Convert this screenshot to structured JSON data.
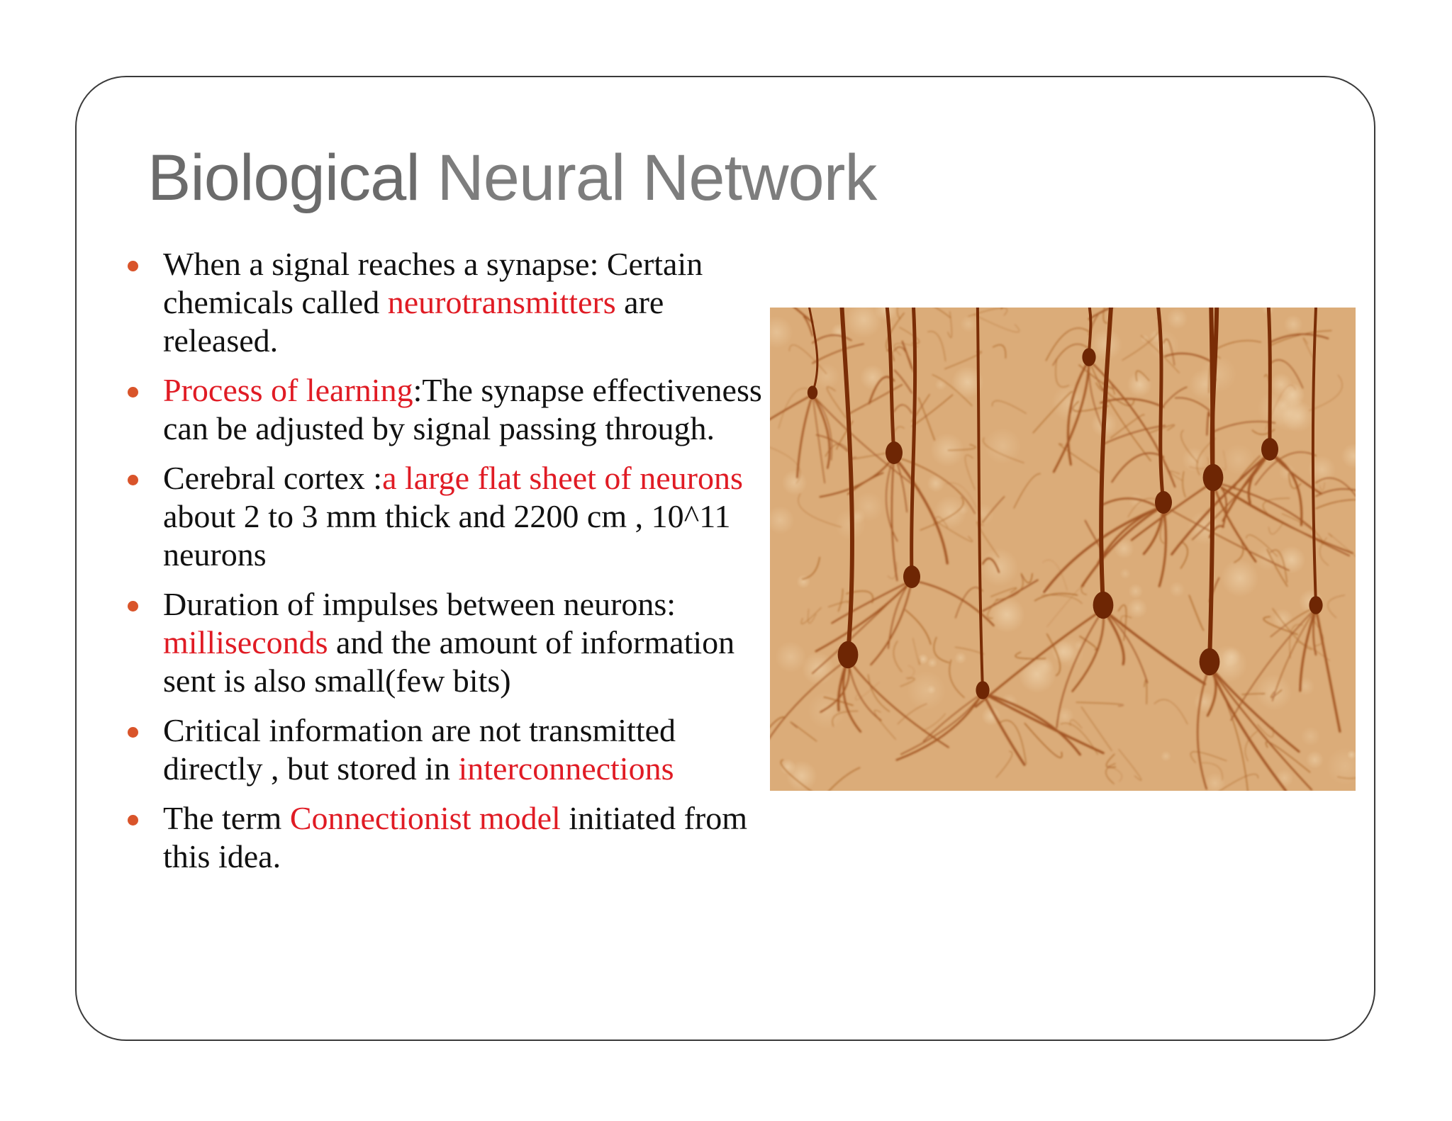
{
  "slide": {
    "title_part1": "Biological",
    "title_part2": "Neural Network",
    "bullets": [
      {
        "segments": [
          {
            "text": "When a signal reaches a synapse: Certain chemicals called ",
            "highlight": false
          },
          {
            "text": "neurotransmitters",
            "highlight": true
          },
          {
            "text": " are released.",
            "highlight": false
          }
        ]
      },
      {
        "segments": [
          {
            "text": "Process of learning",
            "highlight": true
          },
          {
            "text": ":The synapse effectiveness can be adjusted by signal passing through.",
            "highlight": false
          }
        ]
      },
      {
        "segments": [
          {
            "text": "Cerebral cortex :",
            "highlight": false
          },
          {
            "text": "a large flat sheet of neurons",
            "highlight": true
          },
          {
            "text": " about 2 to 3 mm thick and 2200 cm , 10^11 neurons",
            "highlight": false
          }
        ]
      },
      {
        "segments": [
          {
            "text": "Duration of impulses between neurons: ",
            "highlight": false
          },
          {
            "text": "milliseconds",
            "highlight": true
          },
          {
            "text": " and the amount of information sent is also small(few bits)",
            "highlight": false
          }
        ]
      },
      {
        "segments": [
          {
            "text": "Critical information are not transmitted directly , but stored in ",
            "highlight": false
          },
          {
            "text": "interconnections",
            "highlight": true
          }
        ]
      },
      {
        "segments": [
          {
            "text": " The term ",
            "highlight": false
          },
          {
            "text": "Connectionist model",
            "highlight": true
          },
          {
            "text": " initiated from this idea.",
            "highlight": false
          }
        ]
      }
    ]
  },
  "colors": {
    "title": "#7d7d7d",
    "highlight": "#e01b24",
    "bullet_dot": "#d9542a",
    "body_text": "#111111",
    "image_background": "#dcae7c",
    "image_neuron": "#8a3a0c"
  },
  "image": {
    "subject": "stained-neuron-micrograph"
  }
}
